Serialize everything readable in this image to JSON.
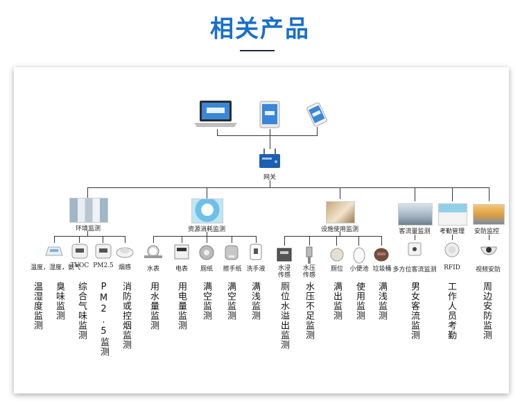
{
  "title": "相关产品",
  "gateway": {
    "label": "网关"
  },
  "categories": [
    {
      "label": "环境监测"
    },
    {
      "label": "资源消耗监测"
    },
    {
      "label": "设施使用监测"
    },
    {
      "label": "客流量监测"
    },
    {
      "label": "考勤管理"
    },
    {
      "label": "安防监控"
    }
  ],
  "devices": [
    {
      "label": "温度，湿度，氨气"
    },
    {
      "label": "TVOC"
    },
    {
      "label": "PM2.5"
    },
    {
      "label": "烟感"
    },
    {
      "label": "水表"
    },
    {
      "label": "电表"
    },
    {
      "label": "厕纸"
    },
    {
      "label": "擦手纸"
    },
    {
      "label": "洗手液"
    },
    {
      "label": "水浸传感"
    },
    {
      "label": "水压传感"
    },
    {
      "label": "厕位"
    },
    {
      "label": "小便池"
    },
    {
      "label": "垃圾桶"
    },
    {
      "label": "多方位客流监测"
    },
    {
      "label": "RFID"
    },
    {
      "label": "视频安防"
    }
  ],
  "functions": [
    "温湿度监测",
    "臭味监测",
    "综合气味监测",
    "PM2.5监测",
    "消防或控烟监测",
    "用水量监测",
    "用电量监测",
    "满空监测",
    "满空监测",
    "满浅监测",
    "厕位水溢出监测",
    "水压不足监测",
    "满出监测",
    "使用监测",
    "满浅监测",
    "男女客流监测",
    "工作人员考勤",
    "周边安防监测"
  ]
}
